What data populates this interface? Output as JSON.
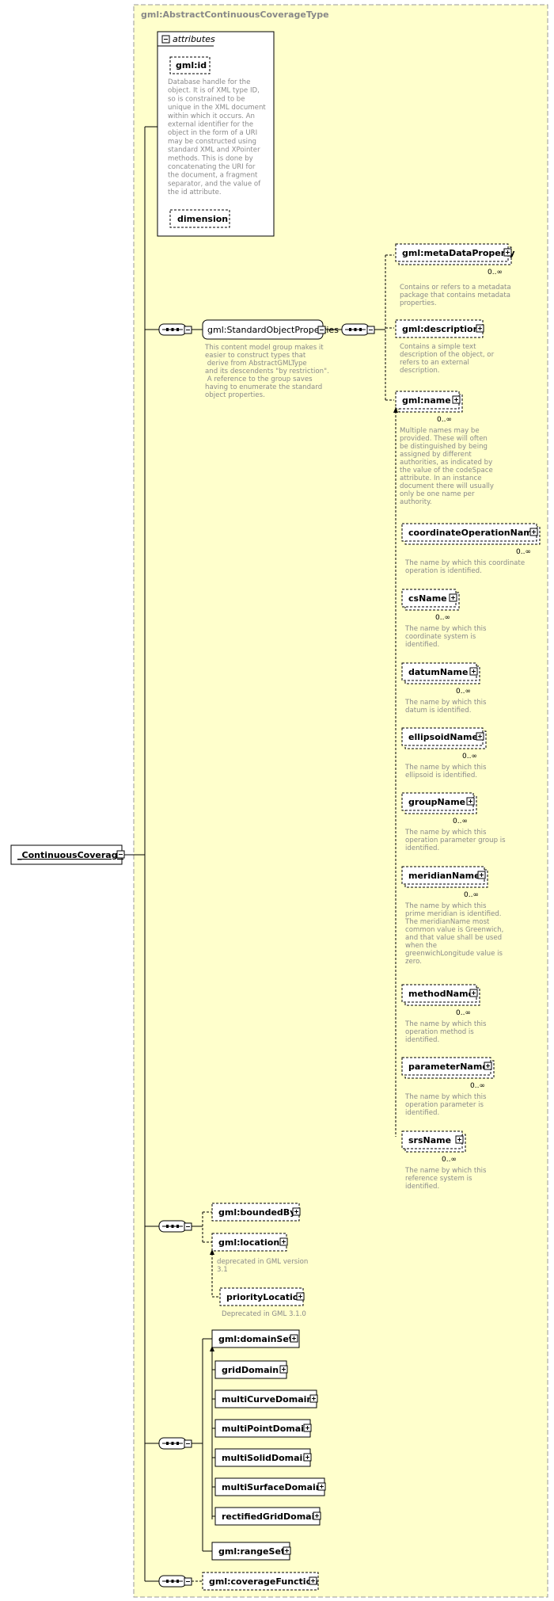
{
  "type_name": "gml:AbstractContinuousCoverageType",
  "root_element": "_ContinuousCoverage",
  "attributes_label": "attributes",
  "attr_id": {
    "name": "gml:id",
    "doc": [
      "Database handle for the",
      "object.  It is of XML type ID,",
      "so is constrained to be",
      "unique in the XML document",
      "within which it occurs.  An",
      "external identifier for the",
      "object in the form of a URI",
      "may be constructed using",
      "standard XML and XPointer",
      "methods.  This is done by",
      "concatenating the URI for",
      "the document, a fragment",
      "separator, and the value of",
      "the id attribute."
    ]
  },
  "attr_dimension": {
    "name": "dimension"
  },
  "group_sop": {
    "name": "gml:StandardObjectProperties",
    "doc": [
      "This content model group makes it",
      "easier to construct types that",
      "      derive from AbstractGMLType",
      "and its descendents \"by restriction\".",
      "      A reference to the group saves",
      "having to enumerate the standard",
      "object properties."
    ]
  },
  "metaDataProperty": {
    "name": "gml:metaDataProperty",
    "occ": "0..∞",
    "doc": [
      "Contains or refers to a metadata",
      "package that contains metadata",
      "properties."
    ]
  },
  "description": {
    "name": "gml:description",
    "doc": [
      "Contains a simple text",
      "description of the object, or",
      "refers to an external",
      "description."
    ]
  },
  "name_el": {
    "name": "gml:name",
    "occ": "0..∞",
    "doc": [
      "Multiple names may be",
      "provided.  These will often",
      "be distinguished by being",
      "assigned by different",
      "authorities, as indicated by",
      "the value of the codeSpace",
      "attribute.  In an instance",
      "document there will usually",
      "only be one name per",
      "authority."
    ]
  },
  "name_subs": [
    {
      "name": "coordinateOperationName",
      "occ": "0..∞",
      "doc": [
        "The name by which this coordinate",
        "operation is identified."
      ]
    },
    {
      "name": "csName",
      "occ": "0..∞",
      "doc": [
        "The name by which this",
        "coordinate system is",
        "identified."
      ]
    },
    {
      "name": "datumName",
      "occ": "0..∞",
      "doc": [
        "The name by which this",
        "datum is identified."
      ]
    },
    {
      "name": "ellipsoidName",
      "occ": "0..∞",
      "doc": [
        "The name by which this",
        "ellipsoid is identified."
      ]
    },
    {
      "name": "groupName",
      "occ": "0..∞",
      "doc": [
        "The name by which this",
        "operation parameter group is",
        "identified."
      ]
    },
    {
      "name": "meridianName",
      "occ": "0..∞",
      "doc": [
        "The name by which this",
        "prime meridian is identified.",
        "The meridianName most",
        "common value is Greenwich,",
        "and that value shall be used",
        "when the",
        "greenwichLongitude value is",
        "zero."
      ]
    },
    {
      "name": "methodName",
      "occ": "0..∞",
      "doc": [
        "The name by which this",
        "operation method is",
        "identified."
      ]
    },
    {
      "name": "parameterName",
      "occ": "0..∞",
      "doc": [
        "The name by which this",
        "operation parameter is",
        "identified."
      ]
    },
    {
      "name": "srsName",
      "occ": "0..∞",
      "doc": [
        "The name by which this",
        "reference system is",
        "identified."
      ]
    }
  ],
  "boundedBy": {
    "name": "gml:boundedBy"
  },
  "location": {
    "name": "gml:location",
    "doc": [
      "deprecated in GML version",
      "3.1"
    ]
  },
  "priorityLocation": {
    "name": "priorityLocation",
    "doc": [
      "Deprecated in GML 3.1.0"
    ]
  },
  "domainSet": {
    "name": "gml:domainSet"
  },
  "domain_subs": [
    "gridDomain",
    "multiCurveDomain",
    "multiPointDomain",
    "multiSolidDomain",
    "multiSurfaceDomain",
    "rectifiedGridDomain"
  ],
  "rangeSet": {
    "name": "gml:rangeSet"
  },
  "coverageFunction": {
    "name": "gml:coverageFunction"
  },
  "colors": {
    "outer_fill": "#ffffcc",
    "outer_border": "#999999",
    "box_fill": "#ffffff",
    "doc_text": "#8a8a8a"
  }
}
